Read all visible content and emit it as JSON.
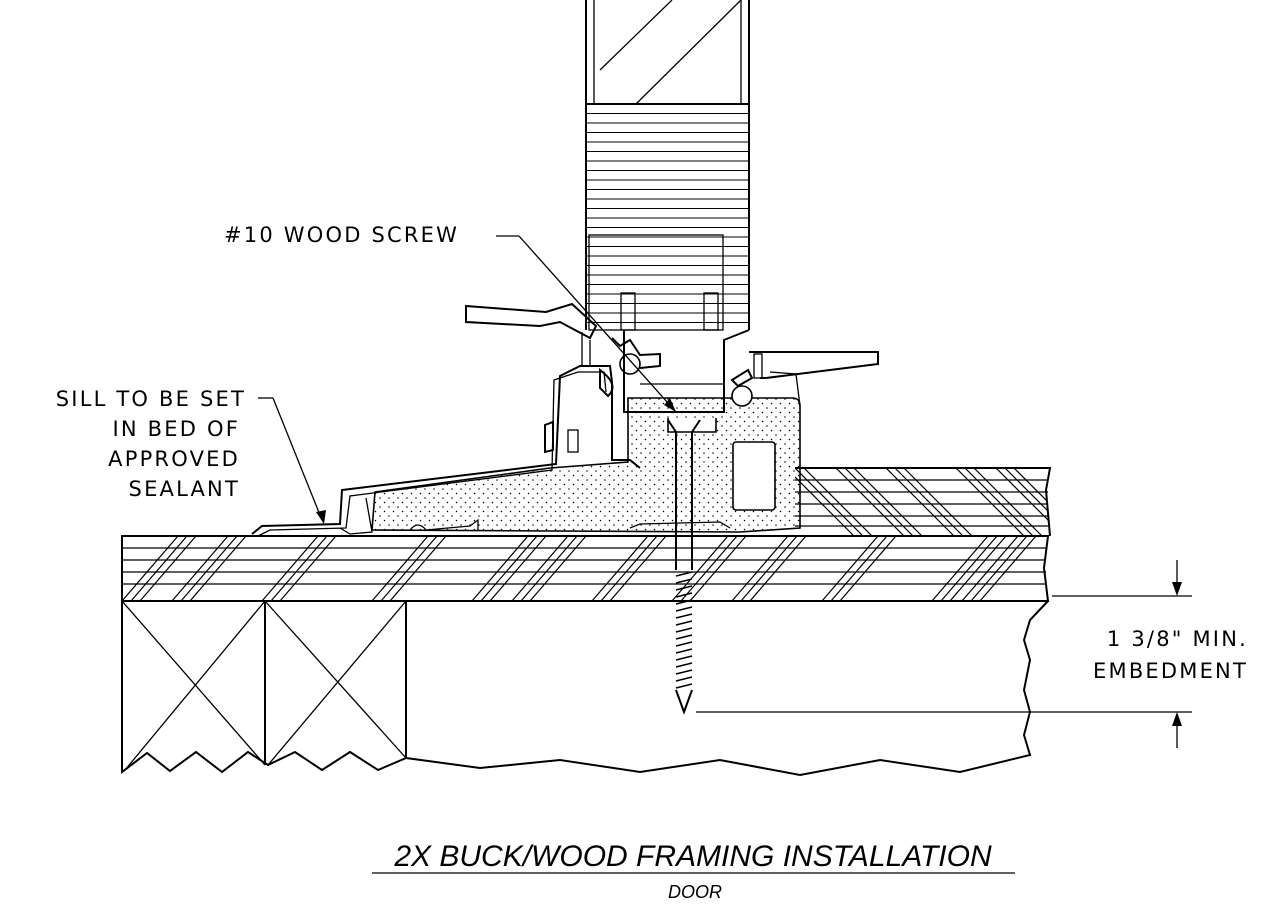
{
  "title": "2X BUCK/WOOD FRAMING INSTALLATION",
  "subtitle": "DOOR",
  "callouts": {
    "screw": "#10 WOOD SCREW",
    "sill_line1": "SILL TO BE SET",
    "sill_line2": "IN BED OF",
    "sill_line3": "APPROVED",
    "sill_line4": "SEALANT",
    "embed_line1": "1 3/8\" MIN.",
    "embed_line2": "EMBEDMENT"
  }
}
